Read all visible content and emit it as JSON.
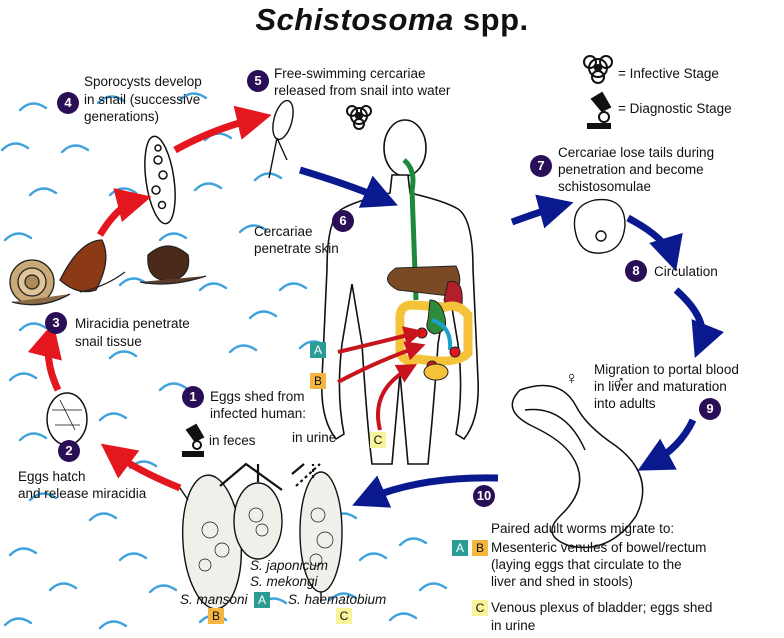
{
  "title": {
    "genus": "Schistosoma",
    "suffix": "spp."
  },
  "legend": {
    "infective": "= Infective Stage",
    "diagnostic": "= Diagnostic Stage"
  },
  "steps": [
    {
      "n": "1",
      "text": [
        "Eggs shed from",
        "infected human:"
      ]
    },
    {
      "n": "2",
      "text": [
        "Eggs hatch",
        "and release miracidia"
      ]
    },
    {
      "n": "3",
      "text": [
        "Miracidia penetrate",
        "snail tissue"
      ]
    },
    {
      "n": "4",
      "text": [
        "Sporocysts develop",
        "in snail (successive",
        "generations)"
      ]
    },
    {
      "n": "5",
      "text": [
        "Free-swimming cercariae",
        "released from snail into water"
      ]
    },
    {
      "n": "6",
      "text": [
        "Cercariae",
        "penetrate skin"
      ]
    },
    {
      "n": "7",
      "text": [
        "Cercariae lose tails during",
        "penetration and become",
        "schistosomulae"
      ]
    },
    {
      "n": "8",
      "text": [
        "Circulation"
      ]
    },
    {
      "n": "9",
      "text": [
        "Migration to portal blood",
        "in liver and maturation",
        "into adults"
      ]
    },
    {
      "n": "10",
      "text": [
        "Paired adult worms migrate to:"
      ]
    }
  ],
  "egg_labels": {
    "in_feces": "in feces",
    "in_urine": "in urine",
    "mansoni": "S. mansoni",
    "japonicum": "S. japonicum",
    "mekongi": "S. mekongi",
    "haematobium": "S. haematobium"
  },
  "boxes": {
    "A": "A",
    "B": "B",
    "C": "C"
  },
  "sex_symbols": {
    "female": "♀",
    "male": "♂"
  },
  "notes": {
    "ab": [
      "Mesenteric venules of bowel/rectum",
      "(laying eggs that circulate to the",
      "liver and shed in stools)"
    ],
    "c": [
      "Venous plexus of bladder; eggs shed",
      "in urine"
    ]
  },
  "colors": {
    "step_circle": "#2a0f57",
    "arrow_red": "#e4161e",
    "arrow_blue": "#0a1a8e",
    "box_teal": "#2b9c93",
    "box_orange": "#f4b641",
    "box_yellow": "#f8f49a",
    "water": "#3ea3dc"
  }
}
